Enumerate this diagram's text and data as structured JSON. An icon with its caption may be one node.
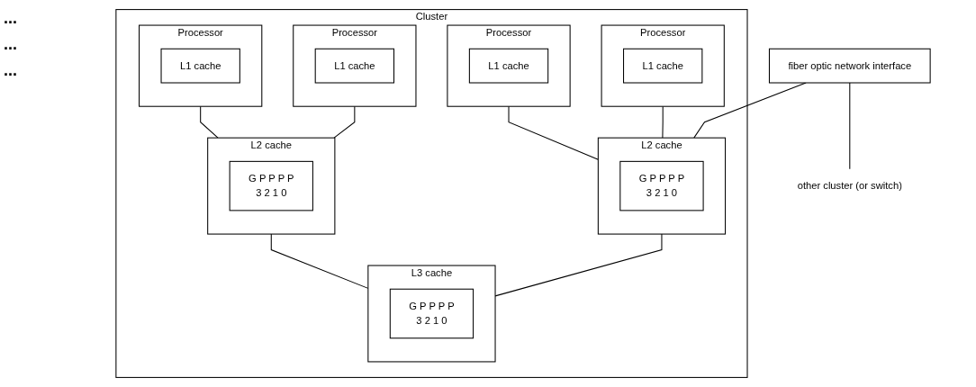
{
  "diagram": {
    "nodes": [
      {
        "text": [
          "Cluster"
        ]
      },
      {
        "text": [
          "Processor"
        ],
        "in": 0
      },
      {
        "text": [
          "L1 cache"
        ],
        "in": 1
      },
      {
        "text": [
          "Processor"
        ],
        "in": 0
      },
      {
        "text": [
          "L1 cache"
        ],
        "in": 3
      },
      {
        "text": [
          "Processor"
        ],
        "in": 0
      },
      {
        "text": [
          "L1 cache"
        ],
        "in": 5
      },
      {
        "text": [
          "Processor"
        ],
        "in": 0
      },
      {
        "text": [
          "L1 cache"
        ],
        "in": 7
      },
      {
        "text": [
          "fiber optic network interface"
        ]
      },
      {
        "text": [
          "L2 cache"
        ],
        "in": 0
      },
      {
        "text": [
          "G P P P P",
          "3 2 1 0"
        ],
        "in": 10
      },
      {
        "text": [
          "L2 cache"
        ],
        "in": 0
      },
      {
        "text": [
          "G P P P P",
          "3 2 1 0"
        ],
        "in": 12
      },
      {
        "text": [
          "L3 cache"
        ],
        "in": 0
      },
      {
        "text": [
          "G P P P P",
          "3 2 1 0"
        ],
        "in": 14
      },
      {
        "text": [
          "other cluster (or switch)"
        ]
      }
    ],
    "edges": [
      {
        "from": 1,
        "to": 10,
        "arrow": "none"
      },
      {
        "from": 3,
        "to": 10,
        "arrow": "none"
      },
      {
        "from": 5,
        "to": 12,
        "arrow": "none"
      },
      {
        "from": 7,
        "to": 12,
        "arrow": "none"
      },
      {
        "from": 9,
        "to": 12,
        "arrow": "none"
      },
      {
        "from": 10,
        "to": 14,
        "arrow": "none"
      },
      {
        "from": 12,
        "to": 14,
        "arrow": "none"
      },
      {
        "from": 9,
        "to": 16,
        "arrow": "none"
      }
    ],
    "labels": [
      "...",
      "...",
      "..."
    ]
  }
}
